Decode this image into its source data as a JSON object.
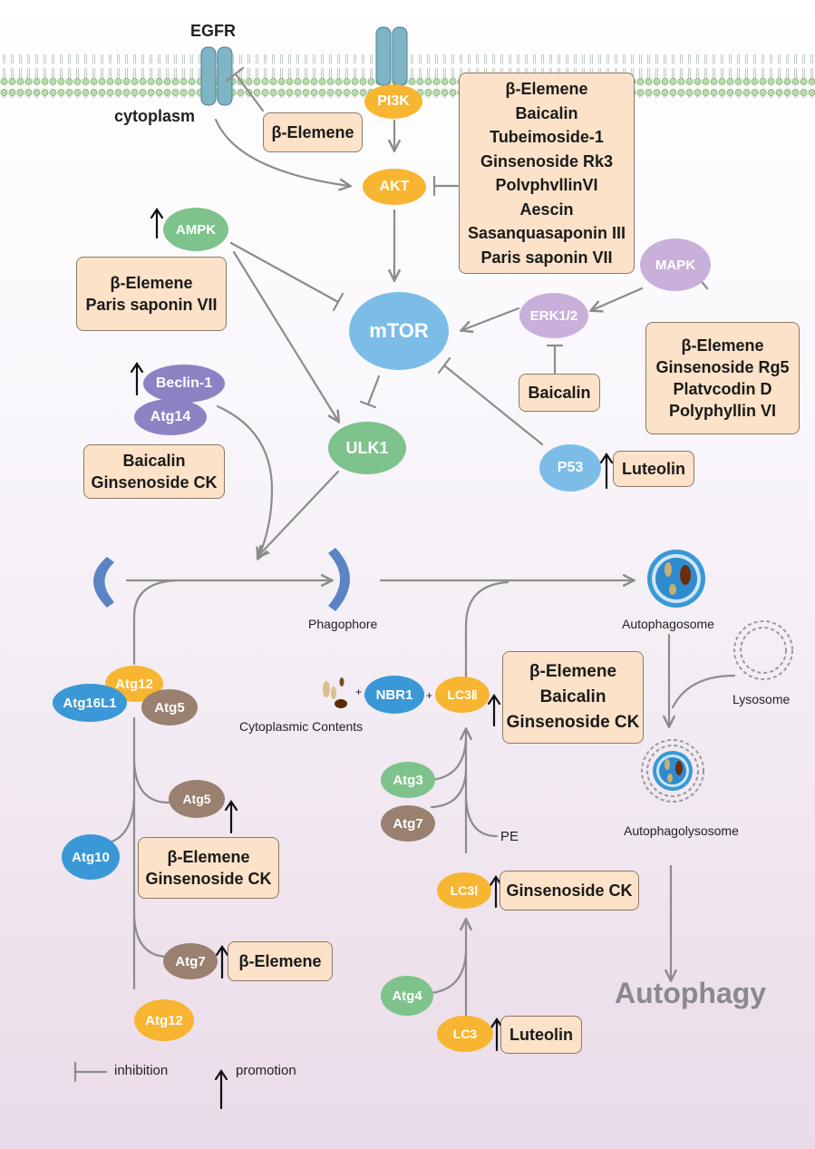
{
  "membrane": {
    "egfr_label": "EGFR",
    "cytoplasm_label": "cytoplasm"
  },
  "nodes": {
    "pi3k": "PI3K",
    "akt": "AKT",
    "ampk": "AMPK",
    "mtor": "mTOR",
    "mapk": "MAPK",
    "erk": "ERK1/2",
    "beclin1": "Beclin-1",
    "atg14": "Atg14",
    "ulk1": "ULK1",
    "p53": "P53",
    "atg12_top": "Atg12",
    "atg16l1": "Atg16L1",
    "atg5_top": "Atg5",
    "atg5_mid": "Atg5",
    "atg10": "Atg10",
    "atg7_left": "Atg7",
    "atg12_bottom": "Atg12",
    "nbr1": "NBR1",
    "lc3ii": "LC3Ⅱ",
    "atg3": "Atg3",
    "atg7_right": "Atg7",
    "lc3i": "LC3Ⅰ",
    "atg4": "Atg4",
    "lc3": "LC3"
  },
  "boxes": {
    "egfr_inhibitor": [
      "β-Elemene"
    ],
    "akt_inhibitors": [
      "β-Elemene",
      "Baicalin",
      "Tubeimoside-1",
      "Ginsenoside Rk3",
      "PolvphvllinVI",
      "Aescin",
      "Sasanquasaponin III",
      "Paris saponin VII"
    ],
    "ampk_promoters": [
      "β-Elemene",
      "Paris saponin VII"
    ],
    "mapk_inhibitors": [
      "β-Elemene",
      "Ginsenoside Rg5",
      "Platvcodin D",
      "Polyphyllin VI"
    ],
    "erk_inhibitor": [
      "Baicalin"
    ],
    "beclin_promoters": [
      "Baicalin",
      "Ginsenoside CK"
    ],
    "p53_promoter": [
      "Luteolin"
    ],
    "lc3ii_promoters": [
      "β-Elemene",
      "Baicalin",
      "Ginsenoside CK"
    ],
    "atg5_promoters": [
      "β-Elemene",
      "Ginsenoside CK"
    ],
    "atg7_promoter": [
      "β-Elemene"
    ],
    "lc3i_promoter": [
      "Ginsenoside CK"
    ],
    "lc3_promoter": [
      "Luteolin"
    ]
  },
  "labels": {
    "phagophore": "Phagophore",
    "autophagosome": "Autophagosome",
    "lysosome": "Lysosome",
    "autophagolysosome": "Autophagolysosome",
    "autophagy": "Autophagy",
    "cytoplasmic_contents": "Cytoplasmic Contents",
    "pe": "PE",
    "plus1": "+",
    "plus2": "+"
  },
  "legend": {
    "inhibition": "inhibition",
    "promotion": "promotion"
  },
  "colors": {
    "orange": "#f7b531",
    "green": "#7ec38b",
    "blue": "#3a98d6",
    "light_blue": "#7cbde8",
    "purple": "#8b83c4",
    "lilac": "#c9b0da",
    "brown": "#99806f",
    "drug_box": "#fbe2c8",
    "arrow_gray": "#8c8c8c"
  }
}
